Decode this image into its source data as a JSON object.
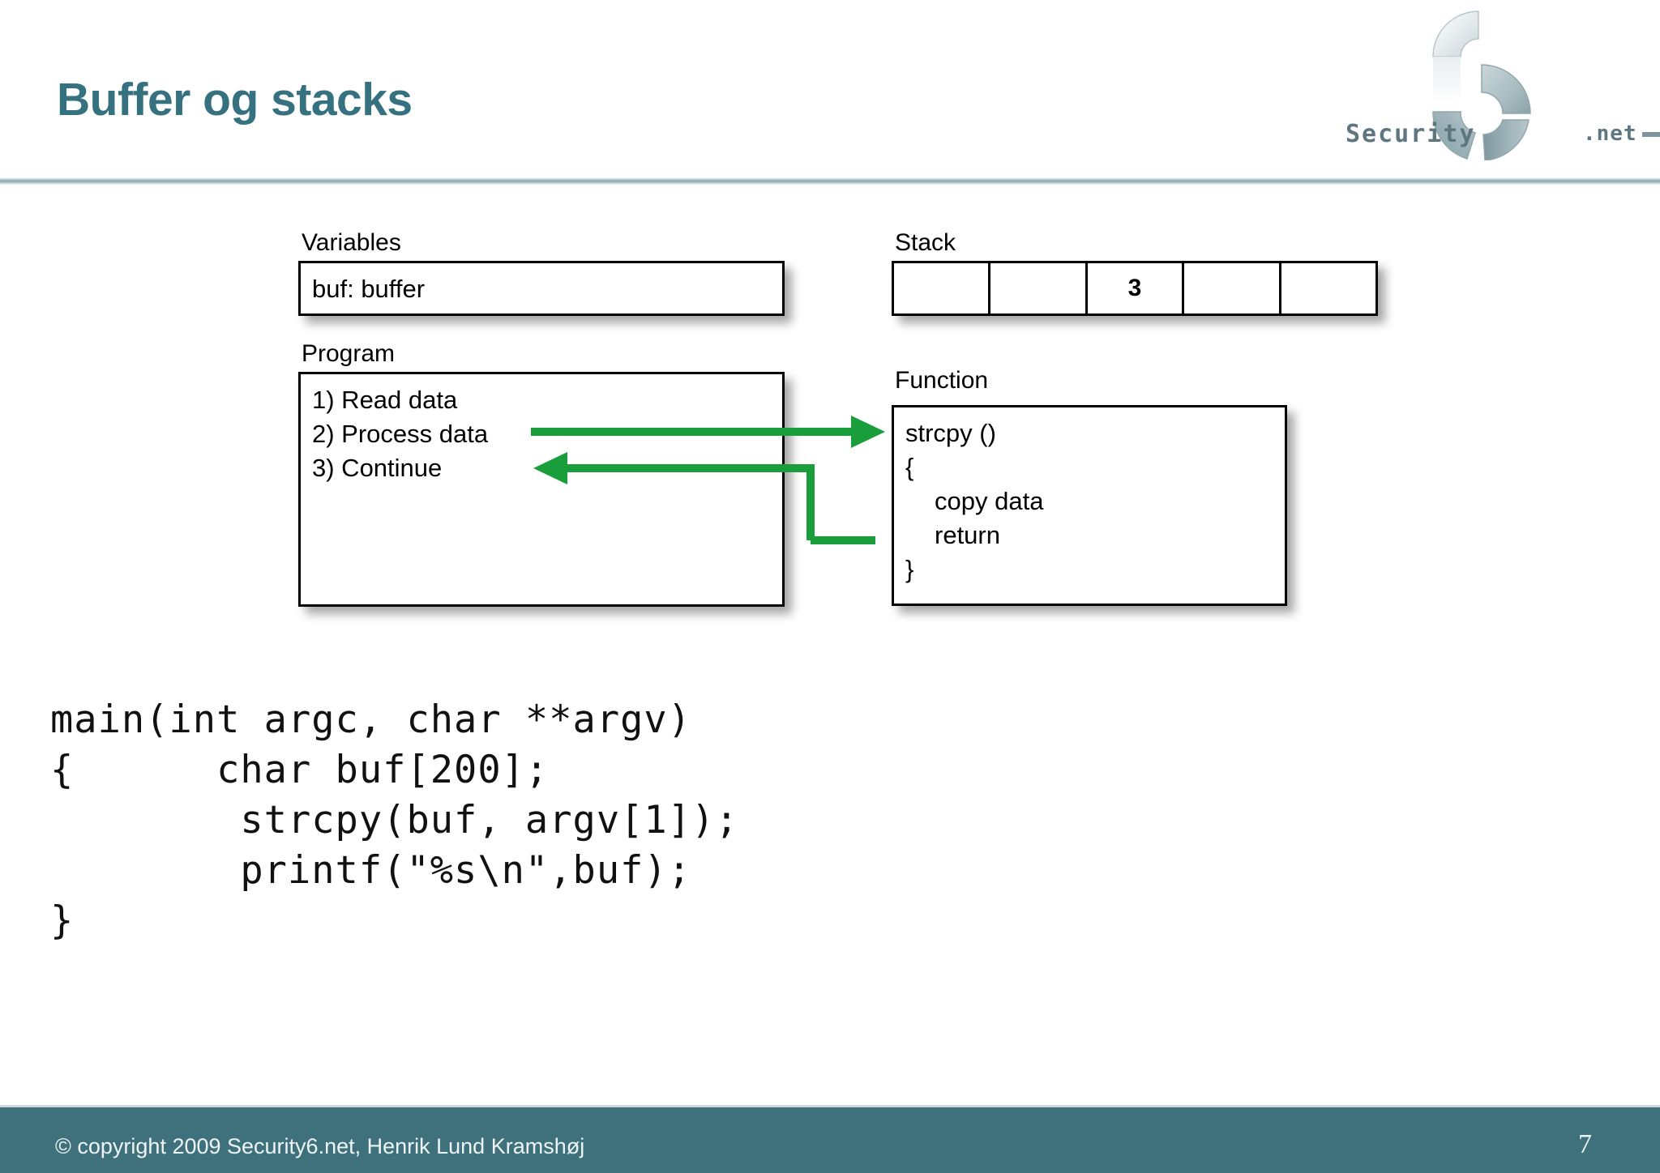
{
  "slide": {
    "title": "Buffer og stacks",
    "title_color": "#35717e"
  },
  "logo": {
    "wordmark": "Security",
    "tld": ".net",
    "mark_icon": "security6-logo-icon"
  },
  "diagram": {
    "variables": {
      "label": "Variables",
      "rows": [
        "buf: buffer"
      ]
    },
    "stack": {
      "label": "Stack",
      "cells": [
        "",
        "",
        "3",
        "",
        ""
      ]
    },
    "program": {
      "label": "Program",
      "lines": [
        "1) Read data",
        "2) Process data",
        "3) Continue"
      ]
    },
    "function": {
      "label": "Function",
      "lines": [
        "strcpy ()",
        "{",
        "copy data",
        "return",
        "}"
      ]
    },
    "arrows": {
      "call_arrow": "call-arrow-right",
      "return_arrow": "return-arrow-left",
      "color": "#1a9e3c"
    }
  },
  "code": {
    "text": "main(int argc, char **argv)\n{      char buf[200];\n        strcpy(buf, argv[1]);\n        printf(\"%s\\n\",buf);\n}"
  },
  "footer": {
    "copyright": "© copyright 2009 Security6.net, Henrik Lund Kramshøj",
    "page_number": "7",
    "background": "#3e717c"
  }
}
